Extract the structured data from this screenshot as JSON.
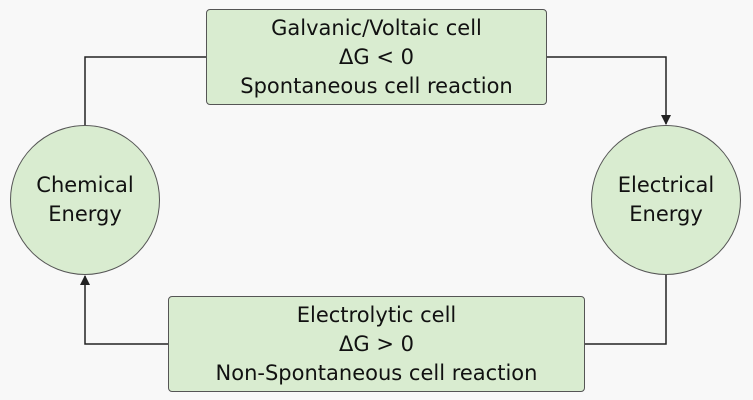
{
  "nodes": {
    "galvanic": {
      "lines": [
        "Galvanic/Voltaic cell",
        "ΔG < 0",
        "Spontaneous cell reaction"
      ]
    },
    "electrolytic": {
      "lines": [
        "Electrolytic cell",
        "ΔG > 0",
        "Non-Spontaneous cell reaction"
      ]
    },
    "chemical": {
      "lines": [
        "Chemical",
        "Energy"
      ]
    },
    "electrical": {
      "lines": [
        "Electrical",
        "Energy"
      ]
    }
  },
  "colors": {
    "node_fill": "#d9ecd0",
    "node_border": "#555555",
    "connector": "#222222",
    "background": "#f8f8f8"
  }
}
